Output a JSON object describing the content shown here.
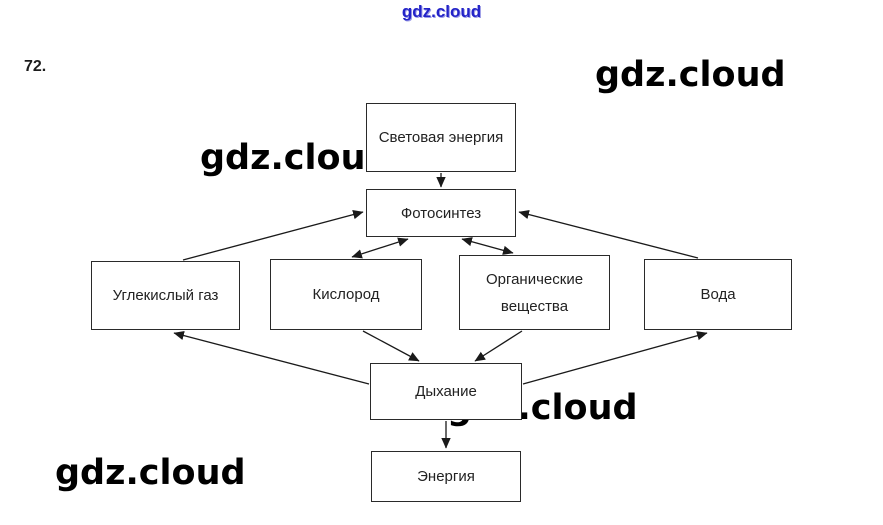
{
  "page": {
    "exercise_number": "72.",
    "watermark_text": "gdz.cloud",
    "watermark_color_small": "#2323c8",
    "watermark_color_large": "#000000"
  },
  "diagram": {
    "type": "flowchart",
    "nodes": {
      "light_energy": {
        "label": "Световая энергия"
      },
      "photosynthesis": {
        "label": "Фотосинтез"
      },
      "carbon_dioxide": {
        "label": "Углекислый газ"
      },
      "oxygen": {
        "label": "Кислород"
      },
      "organic_matter": {
        "label": "Органические вещества"
      },
      "water": {
        "label": "Вода"
      },
      "respiration": {
        "label": "Дыхание"
      },
      "energy": {
        "label": "Энергия"
      }
    },
    "edges": [
      {
        "from": "Световая энергия",
        "to": "Фотосинтез",
        "direction": "one-way"
      },
      {
        "from": "Углекислый газ",
        "to": "Фотосинтез",
        "direction": "one-way"
      },
      {
        "from": "Вода",
        "to": "Фотосинтез",
        "direction": "one-way"
      },
      {
        "from": "Фотосинтез",
        "to": "Кислород",
        "direction": "two-way"
      },
      {
        "from": "Фотосинтез",
        "to": "Органические вещества",
        "direction": "two-way"
      },
      {
        "from": "Кислород",
        "to": "Дыхание",
        "direction": "one-way"
      },
      {
        "from": "Органические вещества",
        "to": "Дыхание",
        "direction": "one-way"
      },
      {
        "from": "Дыхание",
        "to": "Углекислый газ",
        "direction": "one-way"
      },
      {
        "from": "Дыхание",
        "to": "Вода",
        "direction": "one-way"
      },
      {
        "from": "Дыхание",
        "to": "Энергия",
        "direction": "one-way"
      }
    ]
  }
}
